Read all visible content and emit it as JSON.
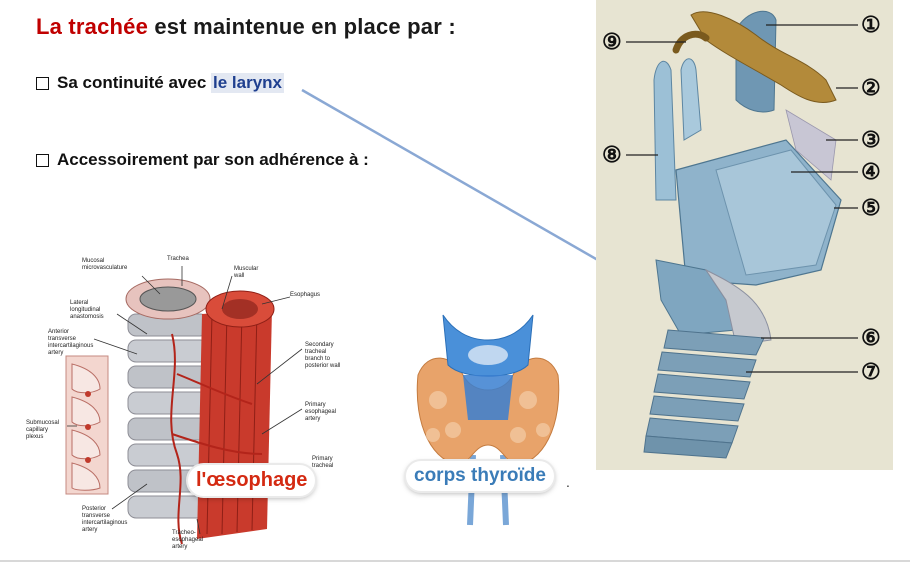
{
  "heading": {
    "highlight": "La trachée",
    "rest": " est maintenue en place par :"
  },
  "bullets": [
    {
      "prefix": "Sa continuité avec ",
      "highlight": "le larynx"
    },
    {
      "text": "Accessoirement par son adhérence à  :"
    }
  ],
  "anatomy_numbers": [
    "①",
    "②",
    "③",
    "④",
    "⑤",
    "⑥",
    "⑦",
    "⑧",
    "⑨"
  ],
  "esophagus_figure": {
    "labels": {
      "mucosal": "Mucosal\nmicrovasculature",
      "trachea": "Trachea",
      "muscular": "Muscular\nwall",
      "esophagus": "Esophagus",
      "lateral": "Lateral\nlongitudinal\nanastomosis",
      "anterior": "Anterior\ntransverse\nintercartilaginous\nartery",
      "secondary": "Secondary\ntracheal\nbranch to\nposterior wall",
      "primary_eso": "Primary\nesophageal\nartery",
      "submucosal": "Submucosal\ncapillary\nplexus",
      "primary_tr": "Primary\ntracheal",
      "posterior": "Posterior\ntransverse\nintercartilaginous\nartery",
      "tracheo": "Tracheo-\nesophageal\nartery"
    }
  },
  "pills": {
    "oesophage": "l'œsophage",
    "thyroide": "corps thyroïde"
  },
  "trailing_dot": ".",
  "colors": {
    "title_red": "#c00000",
    "larynx_blue": "#1f3f8f",
    "pill_red": "#d42a12",
    "pill_blue": "#3a7cb8"
  }
}
